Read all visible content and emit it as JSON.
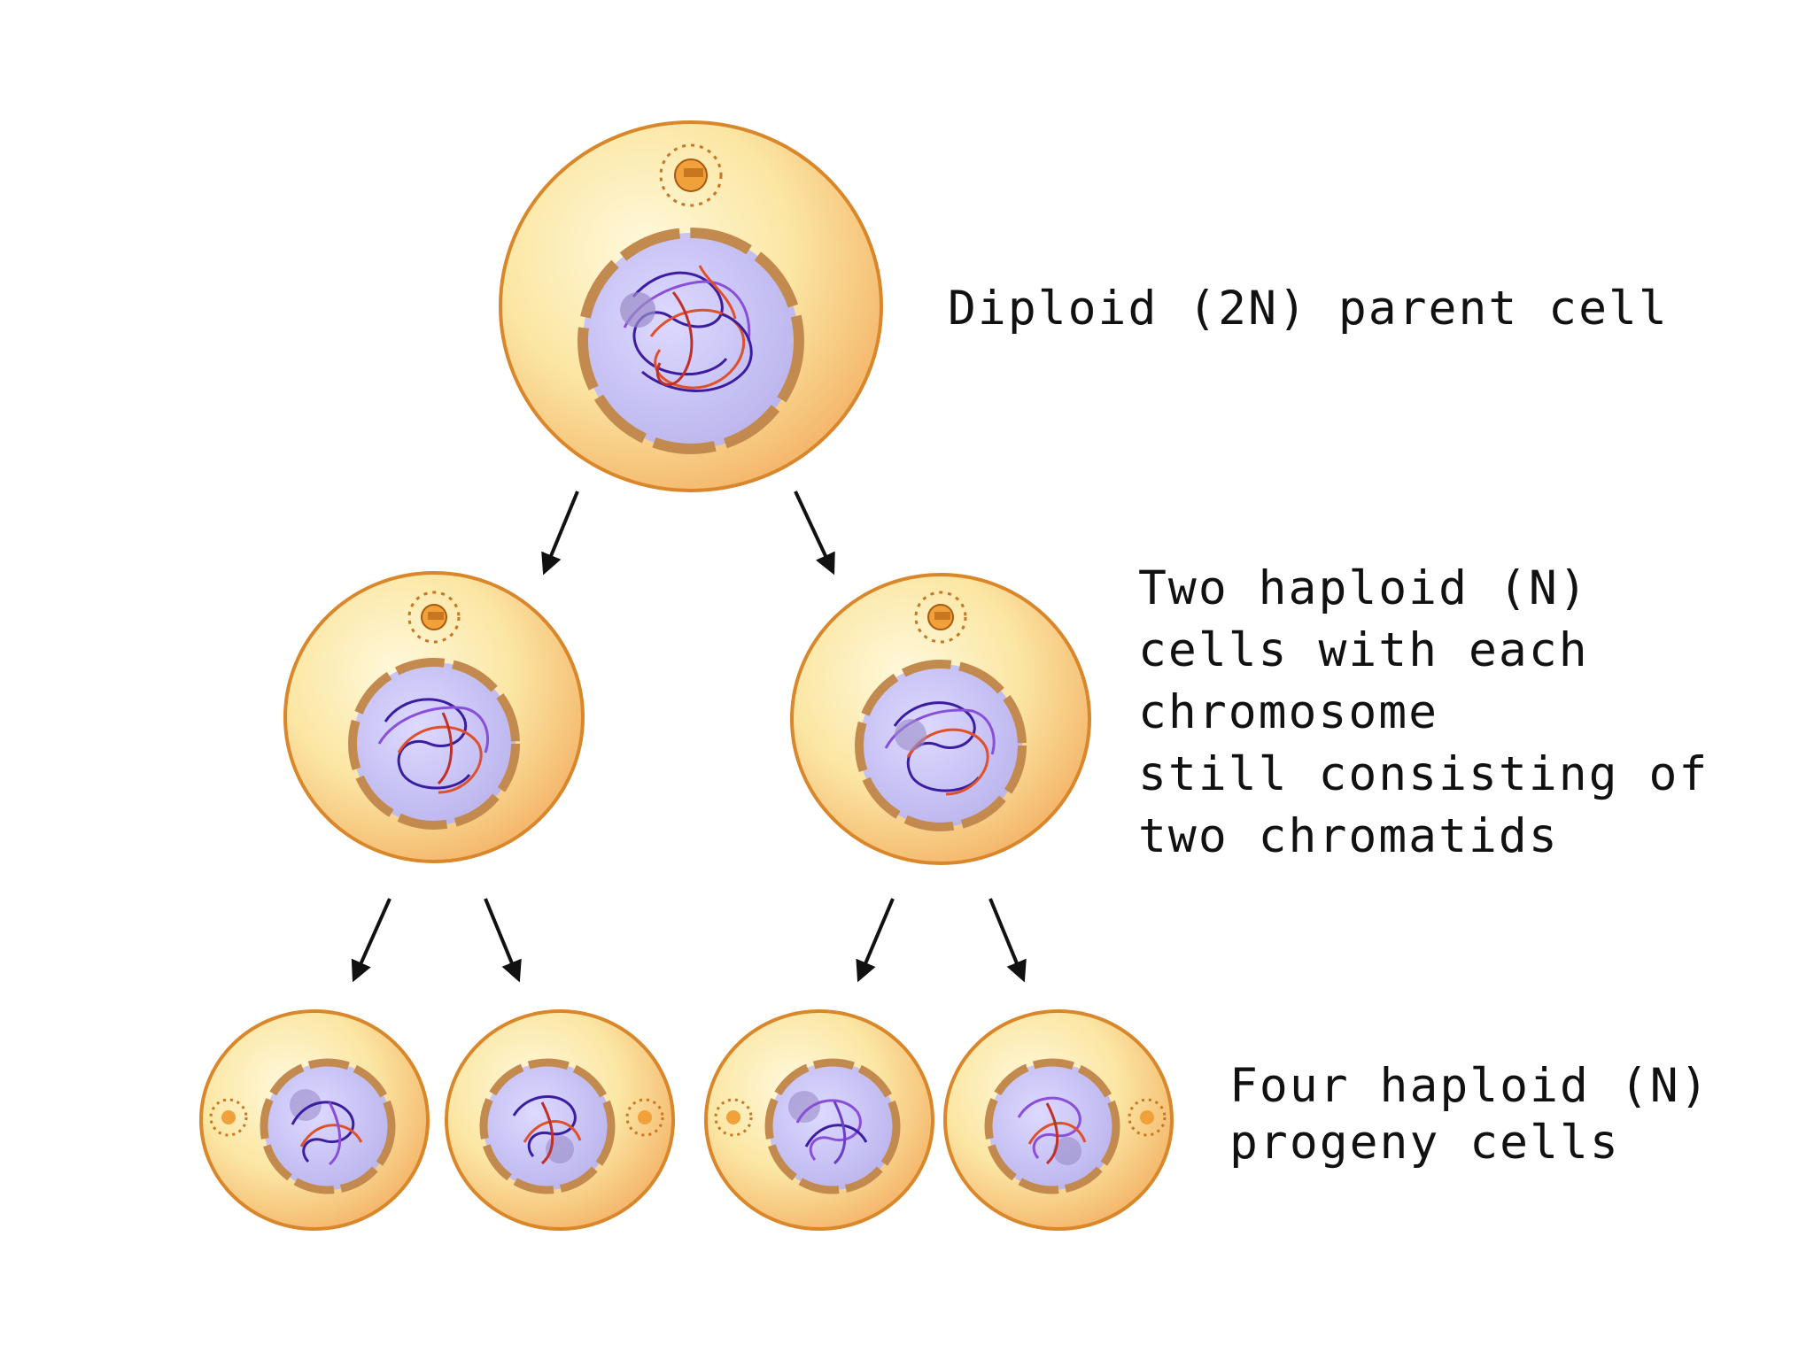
{
  "labels": {
    "parent": "Diploid (2N) parent cell",
    "middle_line1": "Two haploid (N)",
    "middle_line2": "cells with each",
    "middle_line3": "chromosome",
    "middle_line4": "still consisting of",
    "middle_line5": "two chromatids",
    "bottom_line1": "Four haploid (N)",
    "bottom_line2": "progeny cells"
  },
  "colors": {
    "cytoplasm": "#fbe7a6",
    "cytoplasm_edge": "#f6b868",
    "membrane": "#d9872a",
    "nuclear_envelope": "#c28a4f",
    "nucleoplasm": "#c9c5f2",
    "chromosome_dark": "#3b1da0",
    "chromosome_red": "#e0502a",
    "chromosome_purple": "#8a4fd8",
    "centrosome": "#c8761f",
    "arrow": "#111111"
  }
}
